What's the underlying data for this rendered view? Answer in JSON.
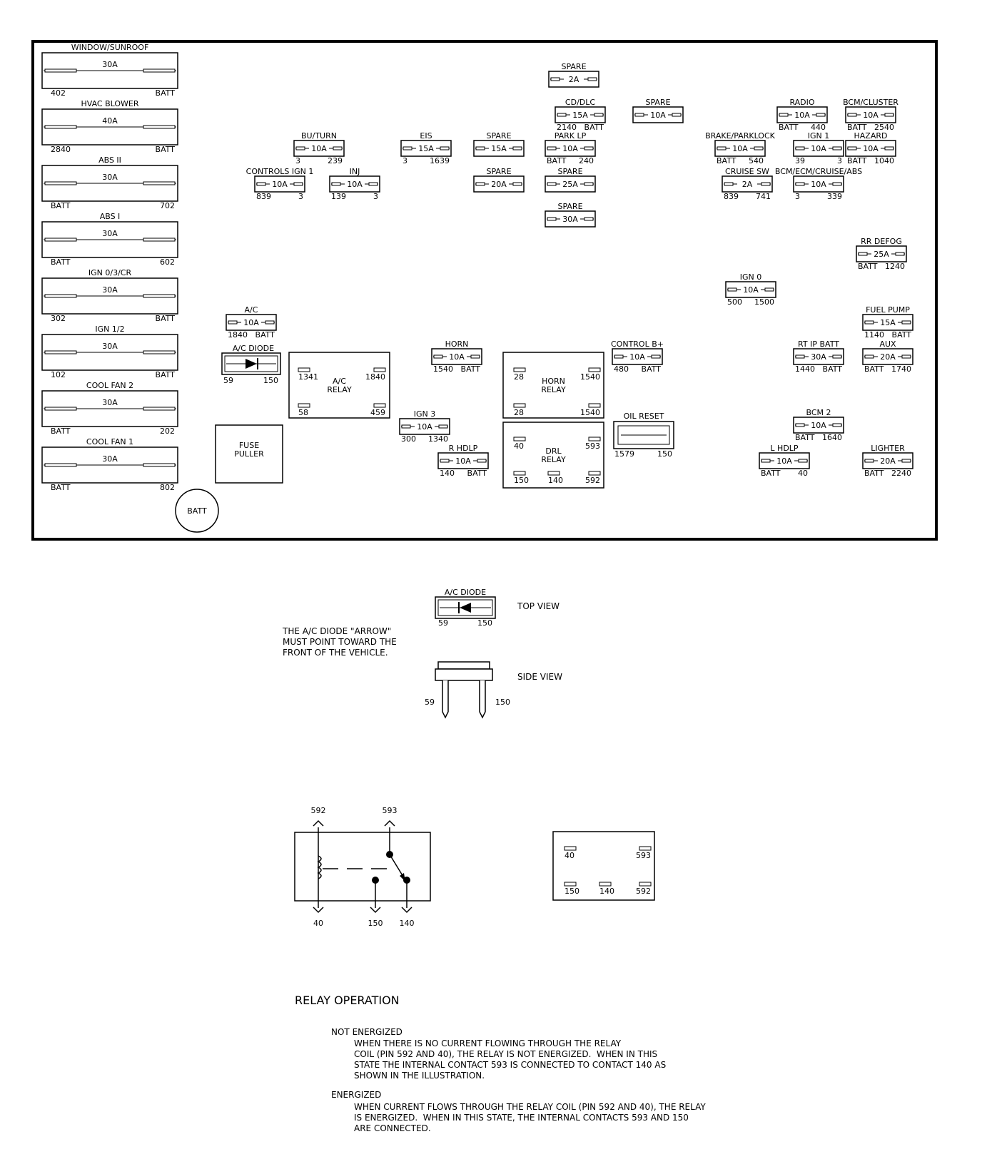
{
  "big_fuses": [
    {
      "name": "WINDOW/SUNROOF",
      "rating": "30A",
      "left_pin": "402",
      "right_pin": "BATT"
    },
    {
      "name": "HVAC BLOWER",
      "rating": "40A",
      "left_pin": "2840",
      "right_pin": "BATT"
    },
    {
      "name": "ABS II",
      "rating": "30A",
      "left_pin": "BATT",
      "right_pin": "702"
    },
    {
      "name": "ABS I",
      "rating": "30A",
      "left_pin": "BATT",
      "right_pin": "602"
    },
    {
      "name": "IGN 0/3/CR",
      "rating": "30A",
      "left_pin": "302",
      "right_pin": "BATT"
    },
    {
      "name": "IGN 1/2",
      "rating": "30A",
      "left_pin": "102",
      "right_pin": "BATT"
    },
    {
      "name": "COOL FAN 2",
      "rating": "30A",
      "left_pin": "BATT",
      "right_pin": "202"
    },
    {
      "name": "COOL FAN 1",
      "rating": "30A",
      "left_pin": "BATT",
      "right_pin": "802"
    }
  ],
  "mini_fuses": [
    {
      "id": "spare-2a",
      "name": "SPARE",
      "rating": "2A",
      "left_pin": "",
      "right_pin": ""
    },
    {
      "id": "cd-dlc",
      "name": "CD/DLC",
      "rating": "15A",
      "left_pin": "2140",
      "right_pin": "BATT"
    },
    {
      "id": "spare-10a",
      "name": "SPARE",
      "rating": "10A",
      "left_pin": "",
      "right_pin": ""
    },
    {
      "id": "radio",
      "name": "RADIO",
      "rating": "10A",
      "left_pin": "BATT",
      "right_pin": "440"
    },
    {
      "id": "bcm-cluster",
      "name": "BCM/CLUSTER",
      "rating": "10A",
      "left_pin": "BATT",
      "right_pin": "2540"
    },
    {
      "id": "bu-turn",
      "name": "BU/TURN",
      "rating": "10A",
      "left_pin": "3",
      "right_pin": "239"
    },
    {
      "id": "eis",
      "name": "EIS",
      "rating": "15A",
      "left_pin": "3",
      "right_pin": "1639"
    },
    {
      "id": "spare-15a",
      "name": "SPARE",
      "rating": "15A",
      "left_pin": "",
      "right_pin": ""
    },
    {
      "id": "park-lp",
      "name": "PARK LP",
      "rating": "10A",
      "left_pin": "BATT",
      "right_pin": "240"
    },
    {
      "id": "brake-parklock",
      "name": "BRAKE/PARKLOCK",
      "rating": "10A",
      "left_pin": "BATT",
      "right_pin": "540"
    },
    {
      "id": "ign1",
      "name": "IGN 1",
      "rating": "10A",
      "left_pin": "39",
      "right_pin": "3"
    },
    {
      "id": "hazard",
      "name": "HAZARD",
      "rating": "10A",
      "left_pin": "BATT",
      "right_pin": "1040"
    },
    {
      "id": "controls-ign1",
      "name": "CONTROLS IGN 1",
      "rating": "10A",
      "left_pin": "839",
      "right_pin": "3"
    },
    {
      "id": "inj",
      "name": "INJ",
      "rating": "10A",
      "left_pin": "139",
      "right_pin": "3"
    },
    {
      "id": "spare-20a",
      "name": "SPARE",
      "rating": "20A",
      "left_pin": "",
      "right_pin": ""
    },
    {
      "id": "spare-25a",
      "name": "SPARE",
      "rating": "25A",
      "left_pin": "",
      "right_pin": ""
    },
    {
      "id": "cruise-sw",
      "name": "CRUISE SW",
      "rating": "2A",
      "left_pin": "839",
      "right_pin": "741"
    },
    {
      "id": "bcm-ecm-cruise-abs",
      "name": "BCM/ECM/CRUISE/ABS",
      "rating": "10A",
      "left_pin": "3",
      "right_pin": "339"
    },
    {
      "id": "spare-30a",
      "name": "SPARE",
      "rating": "30A",
      "left_pin": "",
      "right_pin": ""
    },
    {
      "id": "rr-defog",
      "name": "RR DEFOG",
      "rating": "25A",
      "left_pin": "BATT",
      "right_pin": "1240"
    },
    {
      "id": "ign0",
      "name": "IGN 0",
      "rating": "10A",
      "left_pin": "500",
      "right_pin": "1500"
    },
    {
      "id": "ac",
      "name": "A/C",
      "rating": "10A",
      "left_pin": "1840",
      "right_pin": "BATT"
    },
    {
      "id": "fuel-pump",
      "name": "FUEL PUMP",
      "rating": "15A",
      "left_pin": "1140",
      "right_pin": "BATT"
    },
    {
      "id": "horn",
      "name": "HORN",
      "rating": "10A",
      "left_pin": "1540",
      "right_pin": "BATT"
    },
    {
      "id": "control-b",
      "name": "CONTROL B+",
      "rating": "10A",
      "left_pin": "480",
      "right_pin": "BATT"
    },
    {
      "id": "rt-ip-batt",
      "name": "RT IP BATT",
      "rating": "30A",
      "left_pin": "1440",
      "right_pin": "BATT"
    },
    {
      "id": "aux",
      "name": "AUX",
      "rating": "20A",
      "left_pin": "BATT",
      "right_pin": "1740"
    },
    {
      "id": "ign3",
      "name": "IGN 3",
      "rating": "10A",
      "left_pin": "300",
      "right_pin": "1340"
    },
    {
      "id": "bcm2",
      "name": "BCM 2",
      "rating": "10A",
      "left_pin": "BATT",
      "right_pin": "1640"
    },
    {
      "id": "r-hdlp",
      "name": "R HDLP",
      "rating": "10A",
      "left_pin": "140",
      "right_pin": "BATT"
    },
    {
      "id": "l-hdlp",
      "name": "L HDLP",
      "rating": "10A",
      "left_pin": "BATT",
      "right_pin": "40"
    },
    {
      "id": "lighter",
      "name": "LIGHTER",
      "rating": "20A",
      "left_pin": "BATT",
      "right_pin": "2240"
    }
  ],
  "ac_diode": {
    "name": "A/C DIODE",
    "left_pin": "59",
    "right_pin": "150"
  },
  "oil_reset": {
    "name": "OIL RESET",
    "left_pin": "1579",
    "right_pin": "150"
  },
  "ac_relay": {
    "name_line1": "A/C",
    "name_line2": "RELAY",
    "pins": [
      "1341",
      "1840",
      "58",
      "459"
    ]
  },
  "horn_relay": {
    "name_line1": "HORN",
    "name_line2": "RELAY",
    "pins": [
      "28",
      "1540",
      "28",
      "1540"
    ]
  },
  "drl_relay": {
    "name_line1": "DRL",
    "name_line2": "RELAY",
    "pins": [
      "40",
      "593",
      "150",
      "140",
      "592"
    ]
  },
  "fuse_puller": {
    "line1": "FUSE",
    "line2": "PULLER"
  },
  "batt_stud": "BATT",
  "diode_detail": {
    "title": "A/C DIODE",
    "left_pin": "59",
    "right_pin": "150",
    "top_view": "TOP VIEW",
    "side_view": "SIDE VIEW",
    "note": "THE A/C DIODE \"ARROW\"\nMUST POINT TOWARD THE\nFRONT OF THE VEHICLE."
  },
  "relay_schematic": {
    "top_pins": [
      "592",
      "593"
    ],
    "bottom_pins": [
      "40",
      "150",
      "140"
    ],
    "socket_pins": [
      "40",
      "593",
      "150",
      "140",
      "592"
    ]
  },
  "relay_operation": {
    "heading": "RELAY OPERATION",
    "not_energized_title": "NOT ENERGIZED",
    "not_energized_text": "WHEN THERE IS NO CURRENT FLOWING THROUGH THE RELAY\nCOIL (PIN 592 AND 40), THE RELAY IS NOT ENERGIZED.  WHEN IN THIS\nSTATE THE INTERNAL CONTACT 593 IS CONNECTED TO CONTACT 140 AS\nSHOWN IN THE ILLUSTRATION.",
    "energized_title": "ENERGIZED",
    "energized_text": "WHEN CURRENT FLOWS THROUGH THE RELAY COIL (PIN 592 AND 40), THE RELAY\nIS ENERGIZED.  WHEN IN THIS STATE, THE INTERNAL CONTACTS 593 AND 150\nARE CONNECTED."
  }
}
